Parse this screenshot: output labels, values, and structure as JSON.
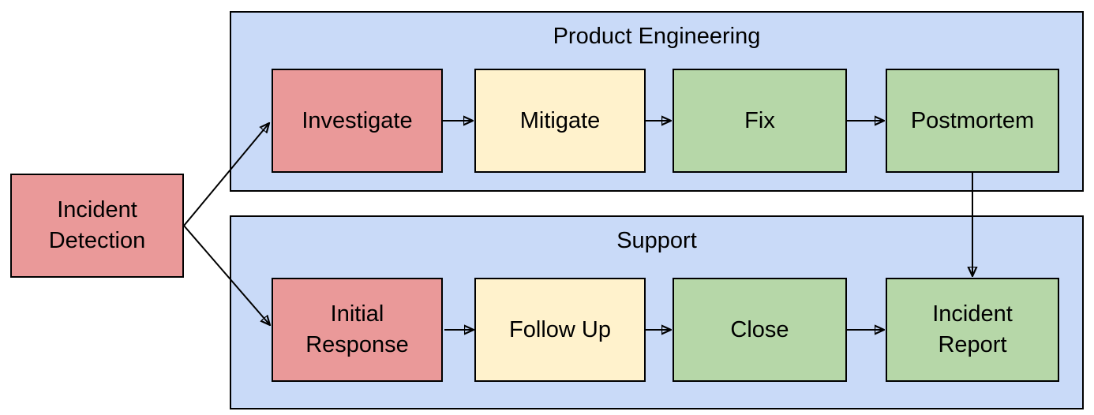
{
  "diagram": {
    "background": "#ffffff",
    "colors": {
      "node_red": "#ea9999",
      "node_yellow": "#fff2cc",
      "node_green": "#b6d7a8",
      "lane_fill": "#c9daf8",
      "stroke": "#000000"
    },
    "start_node": {
      "label": [
        "Incident",
        "Detection"
      ],
      "color": "red"
    },
    "lanes": [
      {
        "title": "Product Engineering",
        "boxes": [
          {
            "label": [
              "Investigate"
            ],
            "color": "red"
          },
          {
            "label": [
              "Mitigate"
            ],
            "color": "yellow"
          },
          {
            "label": [
              "Fix"
            ],
            "color": "green"
          },
          {
            "label": [
              "Postmortem"
            ],
            "color": "green"
          }
        ]
      },
      {
        "title": "Support",
        "boxes": [
          {
            "label": [
              "Initial",
              "Response"
            ],
            "color": "red"
          },
          {
            "label": [
              "Follow Up"
            ],
            "color": "yellow"
          },
          {
            "label": [
              "Close"
            ],
            "color": "green"
          },
          {
            "label": [
              "Incident",
              "Report"
            ],
            "color": "green"
          }
        ]
      }
    ],
    "edges": [
      {
        "from": "Incident Detection",
        "to": "Investigate"
      },
      {
        "from": "Incident Detection",
        "to": "Initial Response"
      },
      {
        "from": "Investigate",
        "to": "Mitigate"
      },
      {
        "from": "Mitigate",
        "to": "Fix"
      },
      {
        "from": "Fix",
        "to": "Postmortem"
      },
      {
        "from": "Postmortem",
        "to": "Incident Report"
      },
      {
        "from": "Initial Response",
        "to": "Follow Up"
      },
      {
        "from": "Follow Up",
        "to": "Close"
      },
      {
        "from": "Close",
        "to": "Incident Report"
      }
    ]
  }
}
